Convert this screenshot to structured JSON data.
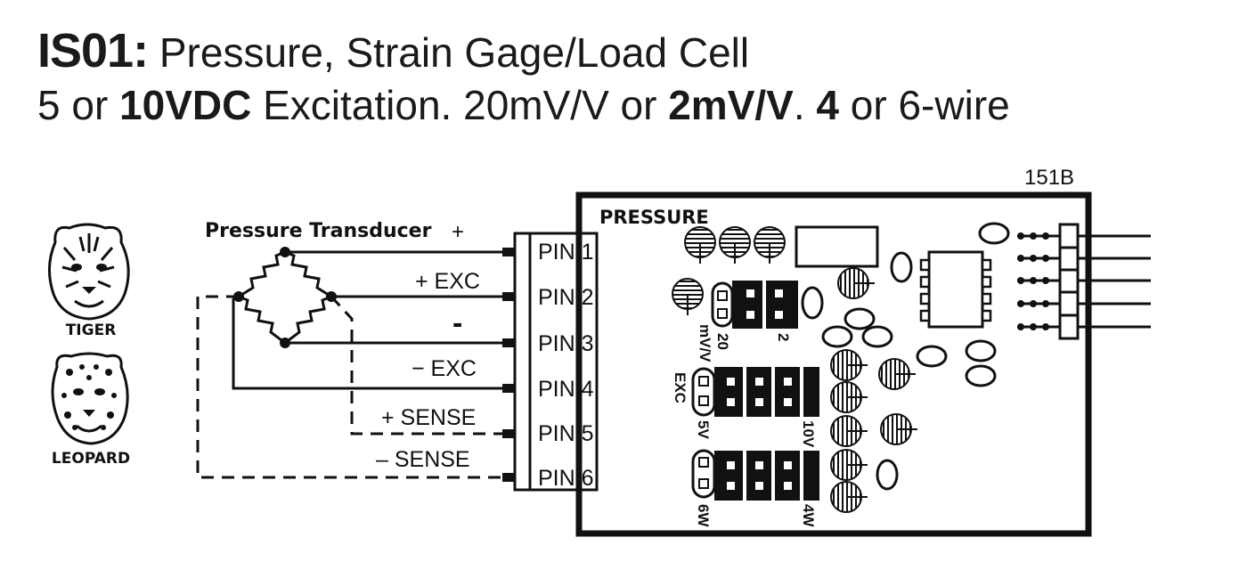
{
  "title": {
    "code": "IS01:",
    "line1_rest": "Pressure, Strain Gage/Load Cell",
    "line2": {
      "a": "5 or",
      "b": "10VDC",
      "c": "Excitation. 20mV/V or",
      "d": "2mV/V",
      "e": ".",
      "f": "4",
      "g": "or 6-wire"
    }
  },
  "transducer_label": "Pressure Transducer",
  "plus_label": "+",
  "minus_label": "-",
  "signals": {
    "exc_plus": "+ EXC",
    "exc_minus": "− EXC",
    "sense_plus": "+ SENSE",
    "sense_minus": "–  SENSE"
  },
  "pins": [
    "PIN 1",
    "PIN 2",
    "PIN 3",
    "PIN 4",
    "PIN 5",
    "PIN 6"
  ],
  "board": {
    "model": "151B",
    "name": "PRESSURE",
    "jumper1": {
      "left": "20",
      "left2": "mV/V",
      "right": "2"
    },
    "jumper2": {
      "name": "EXC",
      "left": "5V",
      "right": "10V"
    },
    "jumper3": {
      "left": "6W",
      "right": "4W"
    }
  },
  "logos": {
    "tiger": "TIGER",
    "leopard": "LEOPARD"
  },
  "colors": {
    "ink": "#111111",
    "background": "#ffffff"
  }
}
